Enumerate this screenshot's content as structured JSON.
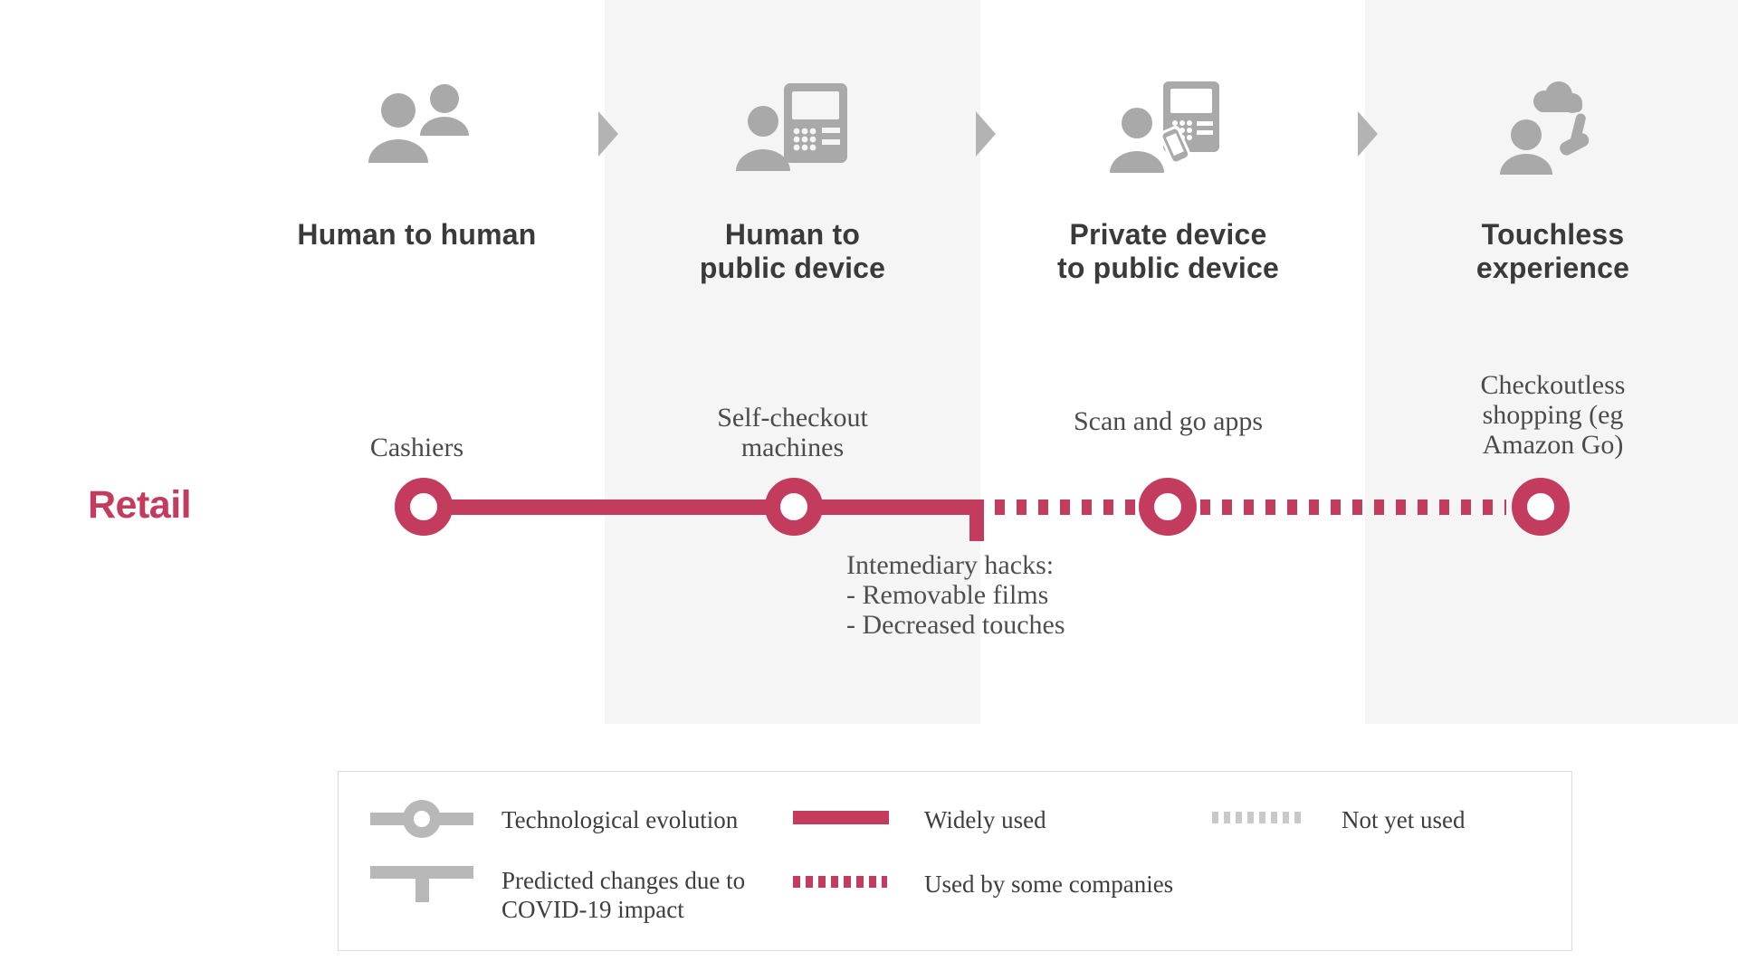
{
  "row_label": "Retail",
  "colors": {
    "accent_pink": "#c33c5e",
    "icon_gray": "#a9a9a9",
    "band_gray": "#f5f5f6",
    "title_text": "#3a3a3a",
    "serif_text": "#4b4b4b"
  },
  "stages": [
    {
      "icon": "two-people-icon",
      "title_lines": [
        "Human to human"
      ],
      "item_lines": [
        "Cashiers"
      ],
      "status": "widely-used"
    },
    {
      "icon": "person-kiosk-icon",
      "title_lines": [
        "Human to",
        "public device"
      ],
      "item_lines": [
        "Self-checkout",
        "machines"
      ],
      "status": "widely-used"
    },
    {
      "icon": "person-kiosk-phone-icon",
      "title_lines": [
        "Private device",
        "to public device"
      ],
      "item_lines": [
        "Scan and go apps"
      ],
      "status": "used-by-some-companies"
    },
    {
      "icon": "person-cloud-touch-icon",
      "title_lines": [
        "Touchless",
        "experience"
      ],
      "item_lines": [
        "Checkoutless",
        "shopping (eg",
        "Amazon Go)"
      ],
      "status": "not-yet-used"
    }
  ],
  "annotation": {
    "lines": [
      "Intemediary hacks:",
      "- Removable films",
      "- Decreased touches"
    ]
  },
  "legend": {
    "technological_evolution": "Technological evolution",
    "predicted_changes_lines": [
      "Predicted changes due to",
      "COVID-19 impact"
    ],
    "widely_used": "Widely used",
    "used_by_some": "Used by some companies",
    "not_yet_used": "Not yet used"
  }
}
